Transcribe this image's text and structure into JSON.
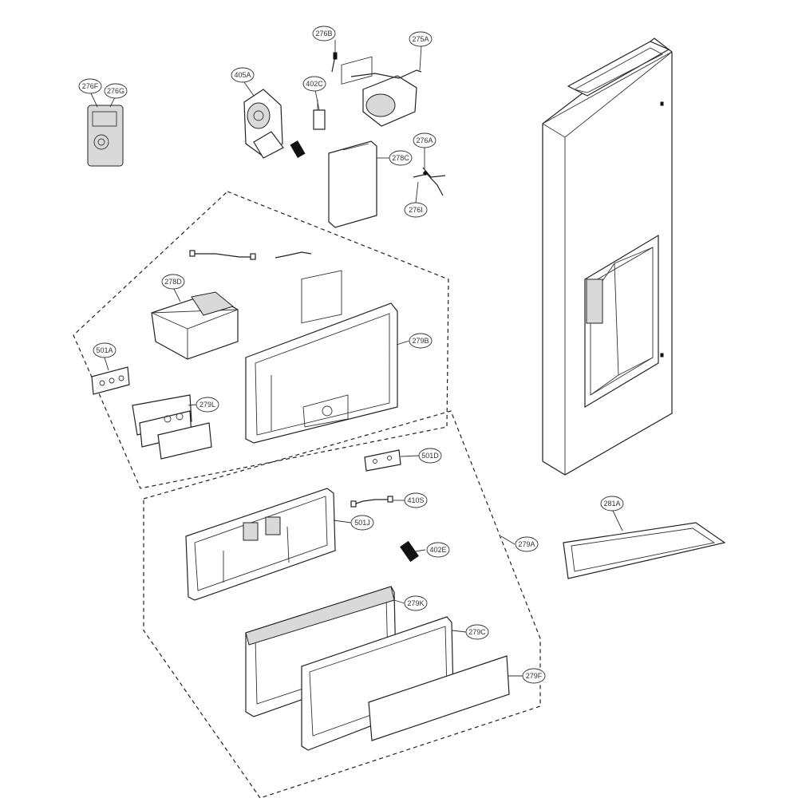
{
  "callouts": [
    {
      "id": "c276B",
      "label": "276B"
    },
    {
      "id": "c275A",
      "label": "275A"
    },
    {
      "id": "c405A",
      "label": "405A"
    },
    {
      "id": "c402C",
      "label": "402C"
    },
    {
      "id": "c276F",
      "label": "276F"
    },
    {
      "id": "c276G",
      "label": "276G"
    },
    {
      "id": "c278C",
      "label": "278C"
    },
    {
      "id": "c276A",
      "label": "276A"
    },
    {
      "id": "c276I",
      "label": "276I"
    },
    {
      "id": "c278D",
      "label": "278D"
    },
    {
      "id": "c279B",
      "label": "279B"
    },
    {
      "id": "c501A",
      "label": "501A"
    },
    {
      "id": "c279L",
      "label": "279L"
    },
    {
      "id": "c501D",
      "label": "501D"
    },
    {
      "id": "c410S",
      "label": "410S"
    },
    {
      "id": "c501J",
      "label": "501J"
    },
    {
      "id": "c281A",
      "label": "281A"
    },
    {
      "id": "c279A",
      "label": "279A"
    },
    {
      "id": "c402E",
      "label": "402E"
    },
    {
      "id": "c279K",
      "label": "279K"
    },
    {
      "id": "c279C",
      "label": "279C"
    },
    {
      "id": "c279F",
      "label": "279F"
    }
  ]
}
